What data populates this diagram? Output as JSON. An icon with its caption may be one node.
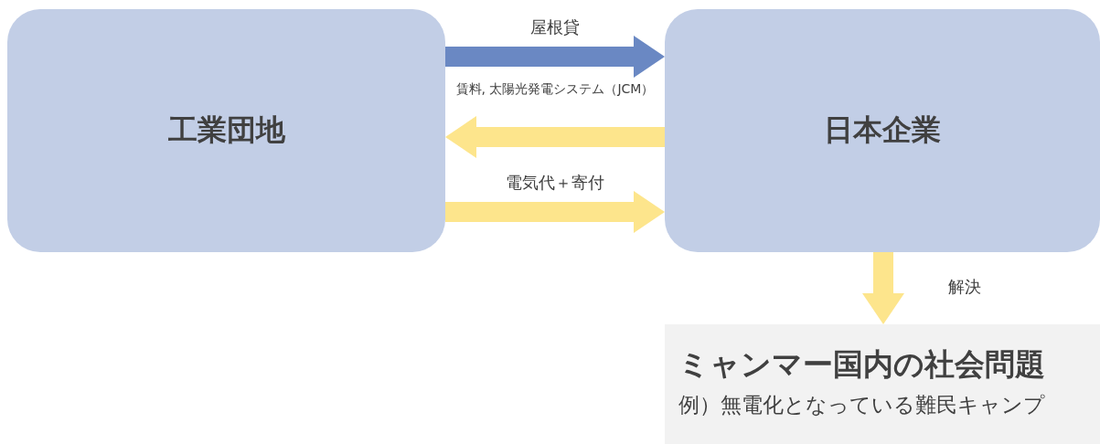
{
  "diagram": {
    "nodes": [
      {
        "text": [
          "工業団地"
        ]
      },
      {
        "text": [
          "日本企業"
        ]
      },
      {
        "text": [
          "ミャンマー国内の社会問題",
          "例）無電化となっている難民キャンプ"
        ]
      }
    ],
    "edges": [
      {
        "from": 0,
        "to": 1,
        "arrow": "to",
        "label": "屋根貸",
        "color": "#6a88c3"
      },
      {
        "from": 1,
        "to": 0,
        "arrow": "to",
        "label": "賃料, 太陽光発電システム（JCM）"
      },
      {
        "from": 0,
        "to": 1,
        "arrow": "to",
        "label": "電気代＋寄付"
      },
      {
        "from": 1,
        "to": 2,
        "arrow": "to",
        "label": "解決"
      }
    ]
  }
}
